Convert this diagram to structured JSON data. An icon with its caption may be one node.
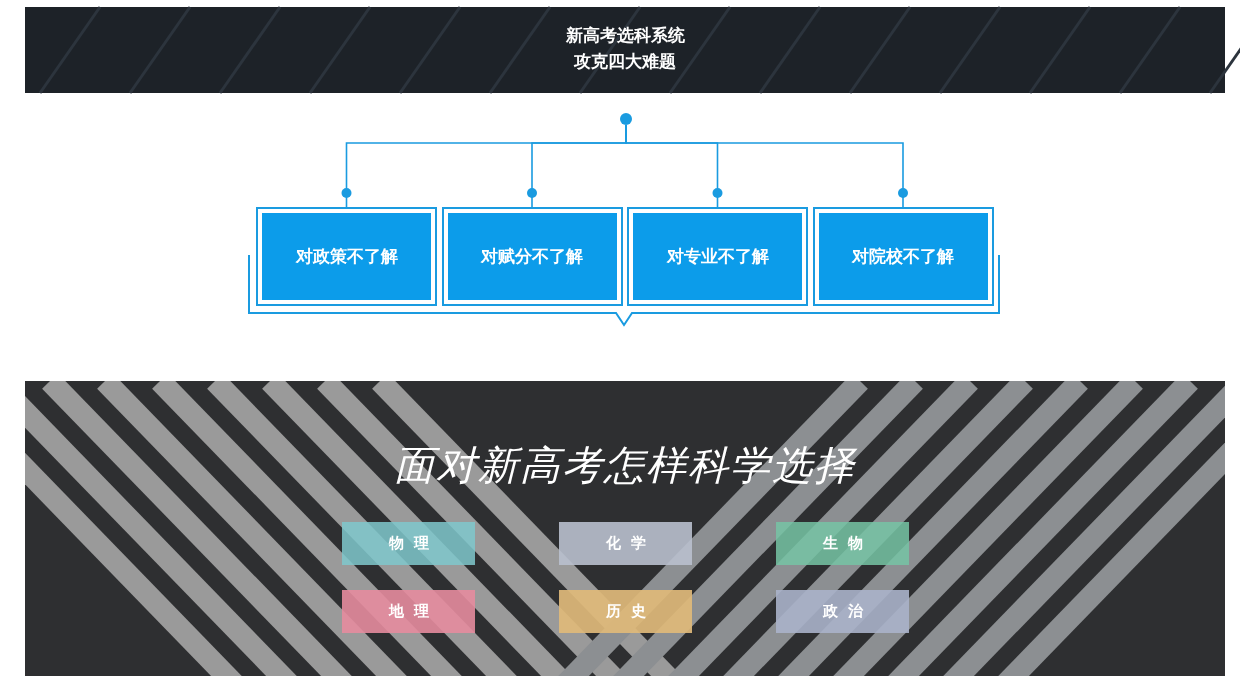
{
  "diagram": {
    "title": "新高考选科系统",
    "nodes": [
      {
        "text": [],
        "shape": "circle"
      },
      {
        "text": [
          "对政策不了解"
        ]
      },
      {
        "text": [
          "对赋分不了解"
        ]
      },
      {
        "text": [
          "对专业不了解"
        ]
      },
      {
        "text": [
          "对院校不了解"
        ]
      },
      {
        "text": [
          "物理"
        ]
      },
      {
        "text": [
          "化学"
        ]
      },
      {
        "text": [
          "生物"
        ]
      },
      {
        "text": [
          "地理"
        ]
      },
      {
        "text": [
          "历史"
        ]
      },
      {
        "text": [
          "政治"
        ]
      }
    ],
    "edges": [
      {
        "from": 0,
        "to": 1,
        "arrow": "other"
      },
      {
        "from": 0,
        "to": 2,
        "arrow": "other"
      },
      {
        "from": 0,
        "to": 3,
        "arrow": "other"
      },
      {
        "from": 0,
        "to": 4,
        "arrow": "other"
      }
    ],
    "labels": [
      "攻克四大难题",
      "面对新高考怎样科学选择"
    ]
  }
}
